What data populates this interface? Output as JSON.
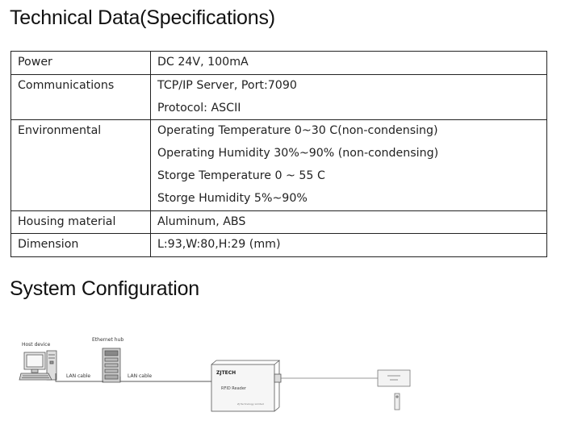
{
  "titles": {
    "specifications": "Technical Data(Specifications)",
    "system": "System Configuration"
  },
  "spec_table": [
    {
      "label": "Power",
      "lines": [
        "DC 24V, 100mA"
      ]
    },
    {
      "label": "Communications",
      "lines": [
        "TCP/IP Server, Port:7090",
        "Protocol: ASCII"
      ]
    },
    {
      "label": "Environmental",
      "lines": [
        "Operating Temperature 0~30 C(non-condensing)",
        "Operating Humidity 30%~90% (non-condensing)",
        "Storge Temperature 0 ~ 55 C",
        "Storge Humidity 5%~90%"
      ]
    },
    {
      "label": "Housing material",
      "lines": [
        "Aluminum, ABS"
      ]
    },
    {
      "label": "Dimension",
      "lines": [
        "L:93,W:80,H:29 (mm)"
      ]
    }
  ],
  "diagram": {
    "host_label": "Host device",
    "hub_label": "Ethernet hub",
    "cable1_label": "LAN cable",
    "cable2_label": "LAN cable",
    "reader_brand": "ZJTECH",
    "reader_model": "RFID Reader",
    "reader_footer": "ZJ Technology Limited"
  }
}
